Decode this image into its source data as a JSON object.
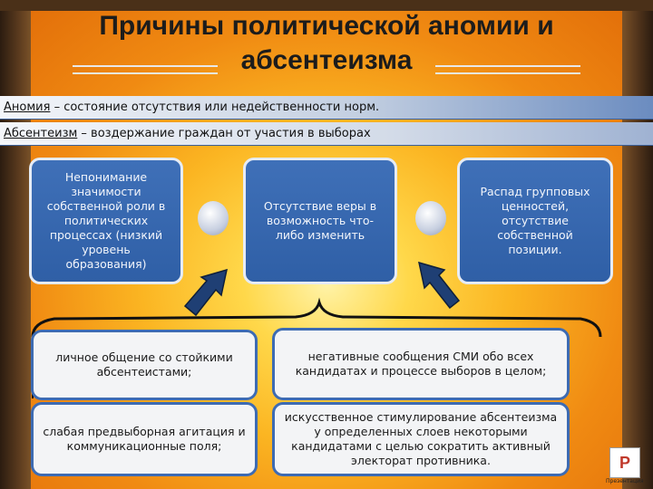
{
  "slide": {
    "title_line1": "Причины политической аномии и",
    "title_line2": "абсентеизма",
    "definitions": [
      {
        "term": "Аномия",
        "text": " – состояние отсутствия или недейственности норм."
      },
      {
        "term": "Абсентеизм",
        "text": " – воздержание граждан от участия в выборах"
      }
    ],
    "top_boxes": [
      "Непонимание значимости собственной роли в политических процессах (низкий уровень образования)",
      "Отсутствие веры в возможность что-либо изменить",
      "Распад групповых ценностей, отсутствие собственной позиции."
    ],
    "bottom_boxes": [
      "личное общение со стойкими абсентеистами;",
      "негативные сообщения СМИ обо всех кандидатах и процессе выборов в целом;",
      "слабая предвыборная агитация и коммуникационные поля;",
      "искусственное стимулирование абсентеизма у определенных слоев некоторыми кандидатами с целью сократить активный электорат противника."
    ],
    "corner_icon": {
      "name": "powerpoint-icon",
      "glyph": "P",
      "caption": "Презентация"
    }
  }
}
